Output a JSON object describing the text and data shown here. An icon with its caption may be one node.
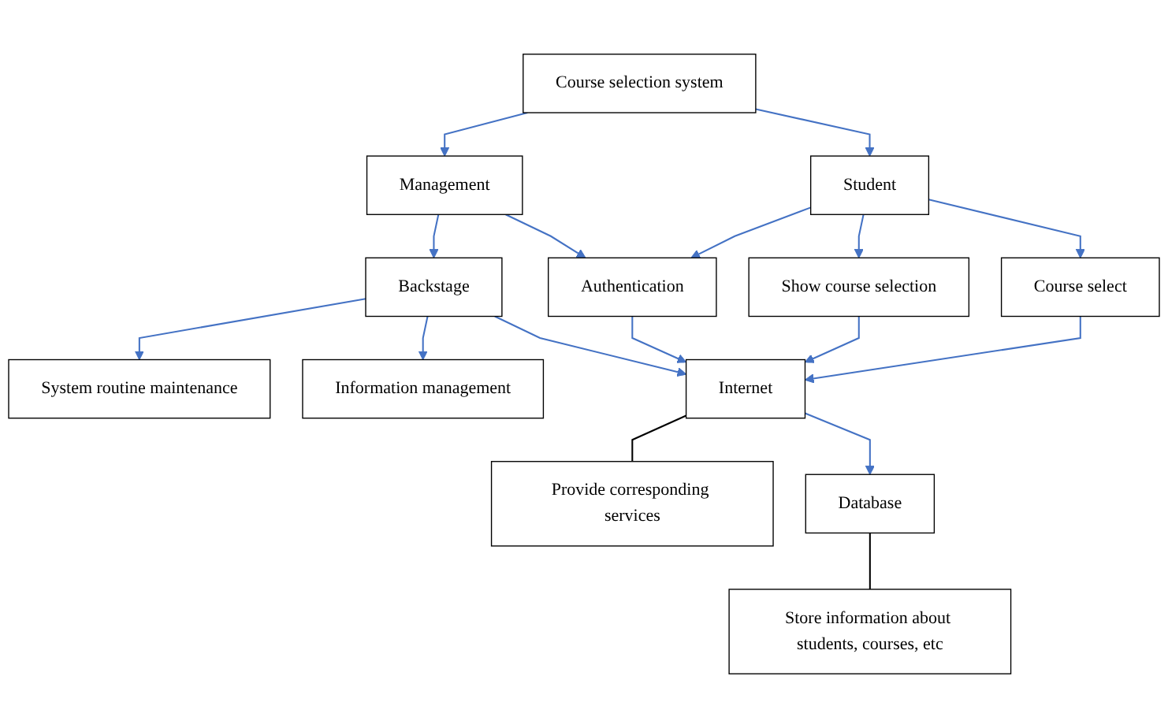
{
  "diagram": {
    "nodes": [
      {
        "text": [
          "Course selection system"
        ]
      },
      {
        "text": [
          "Student"
        ]
      },
      {
        "text": [
          "Management"
        ]
      },
      {
        "text": [
          "Course select"
        ]
      },
      {
        "text": [
          "Show course selection"
        ]
      },
      {
        "text": [
          "Authentication"
        ]
      },
      {
        "text": [
          "Backstage"
        ]
      },
      {
        "text": [
          "System routine maintenance"
        ]
      },
      {
        "text": [
          "Information management"
        ]
      },
      {
        "text": [
          "Provide corresponding services"
        ]
      },
      {
        "text": [
          "Internet"
        ]
      },
      {
        "text": [
          "Database"
        ]
      },
      {
        "text": [
          "Store information about students, courses, etc"
        ]
      }
    ],
    "edges": [
      {
        "from": 0,
        "to": 1,
        "arrow": "to"
      },
      {
        "from": 0,
        "to": 2,
        "arrow": "to"
      },
      {
        "from": 1,
        "to": 3,
        "arrow": "to"
      },
      {
        "from": 1,
        "to": 4,
        "arrow": "to"
      },
      {
        "from": 1,
        "to": 5,
        "arrow": "to"
      },
      {
        "from": 2,
        "to": 5,
        "arrow": "to"
      },
      {
        "from": 2,
        "to": 6,
        "arrow": "to"
      },
      {
        "from": 6,
        "to": 7,
        "arrow": "to"
      },
      {
        "from": 6,
        "to": 8,
        "arrow": "to"
      },
      {
        "from": 3,
        "to": 10,
        "arrow": "to"
      },
      {
        "from": 4,
        "to": 10,
        "arrow": "to"
      },
      {
        "from": 5,
        "to": 10,
        "arrow": "to"
      },
      {
        "from": 6,
        "to": 10,
        "arrow": "to"
      },
      {
        "from": 9,
        "to": 10,
        "arrow": "none",
        "color": "#000000"
      },
      {
        "from": 10,
        "to": 11,
        "arrow": "to"
      },
      {
        "from": 12,
        "to": 11,
        "arrow": "none",
        "color": "#000000"
      }
    ]
  }
}
